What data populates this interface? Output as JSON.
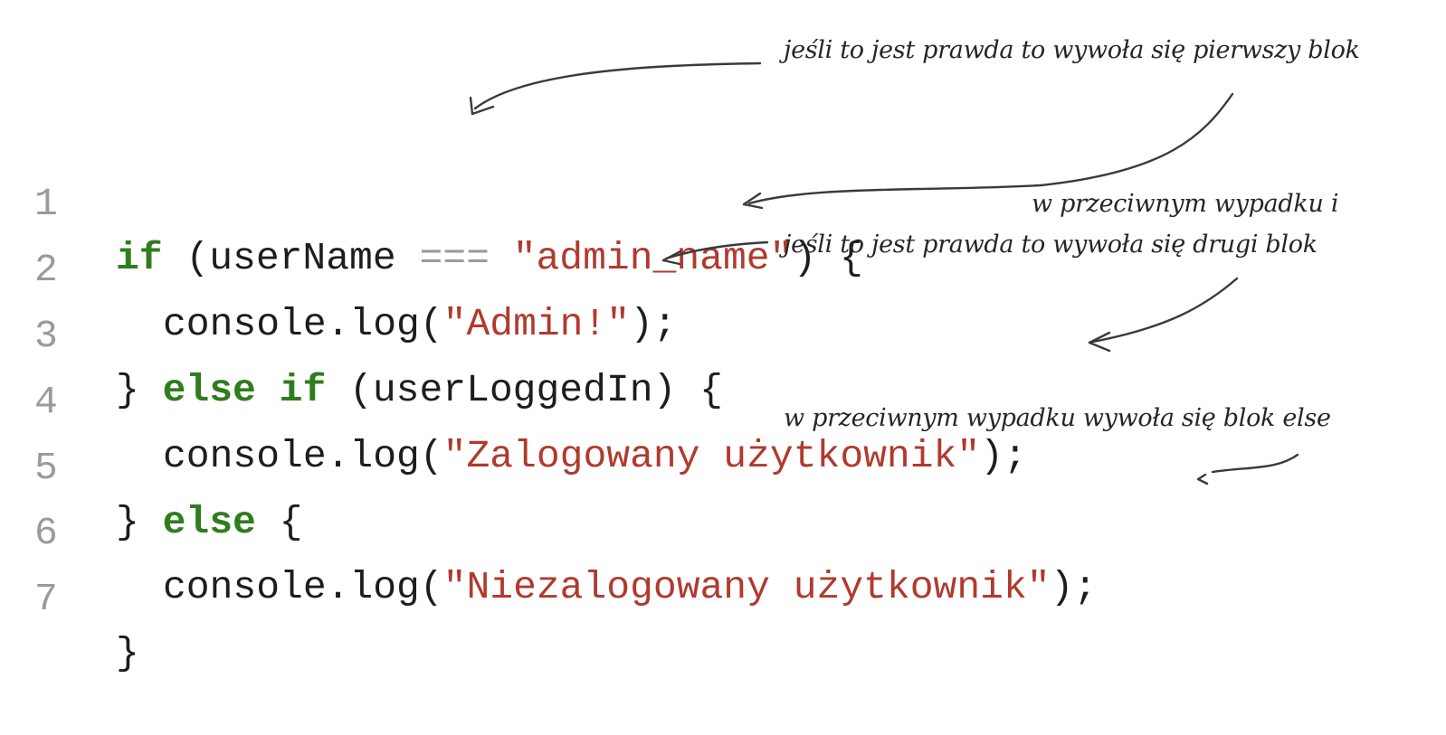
{
  "code": {
    "line_numbers": [
      "1",
      "2",
      "3",
      "4",
      "5",
      "6",
      "7"
    ],
    "line1": {
      "kw_if": "if",
      "open": " (userName ",
      "op": "===",
      "space": " ",
      "str": "\"admin_name\"",
      "close": ") {"
    },
    "line2": {
      "pre": "console.log(",
      "str": "\"Admin!\"",
      "post": ");"
    },
    "line3": {
      "brace": "} ",
      "kw_else": "else",
      "space": " ",
      "kw_if": "if",
      "rest": " (userLoggedIn) {"
    },
    "line4": {
      "pre": "console.log(",
      "str": "\"Zalogowany użytkownik\"",
      "post": ");"
    },
    "line5": {
      "brace": "} ",
      "kw_else": "else",
      "rest": " {"
    },
    "line6": {
      "pre": "console.log(",
      "str": "\"Niezalogowany użytkownik\"",
      "post": ");"
    },
    "line7": {
      "brace": "}"
    }
  },
  "annotations": {
    "first_block": "jeśli to jest prawda to wywoła się pierwszy blok",
    "otherwise_line1": "w przeciwnym wypadku i",
    "otherwise_line2": "jeśli to jest prawda to wywoła się drugi blok",
    "else_block": "w przeciwnym wypadku wywoła się blok else"
  },
  "colors": {
    "keyword": "#2f7d1e",
    "string": "#b03a2e",
    "operator": "#9c9c9c",
    "text": "#1d1d1d",
    "line_number": "#9a9a9a"
  }
}
